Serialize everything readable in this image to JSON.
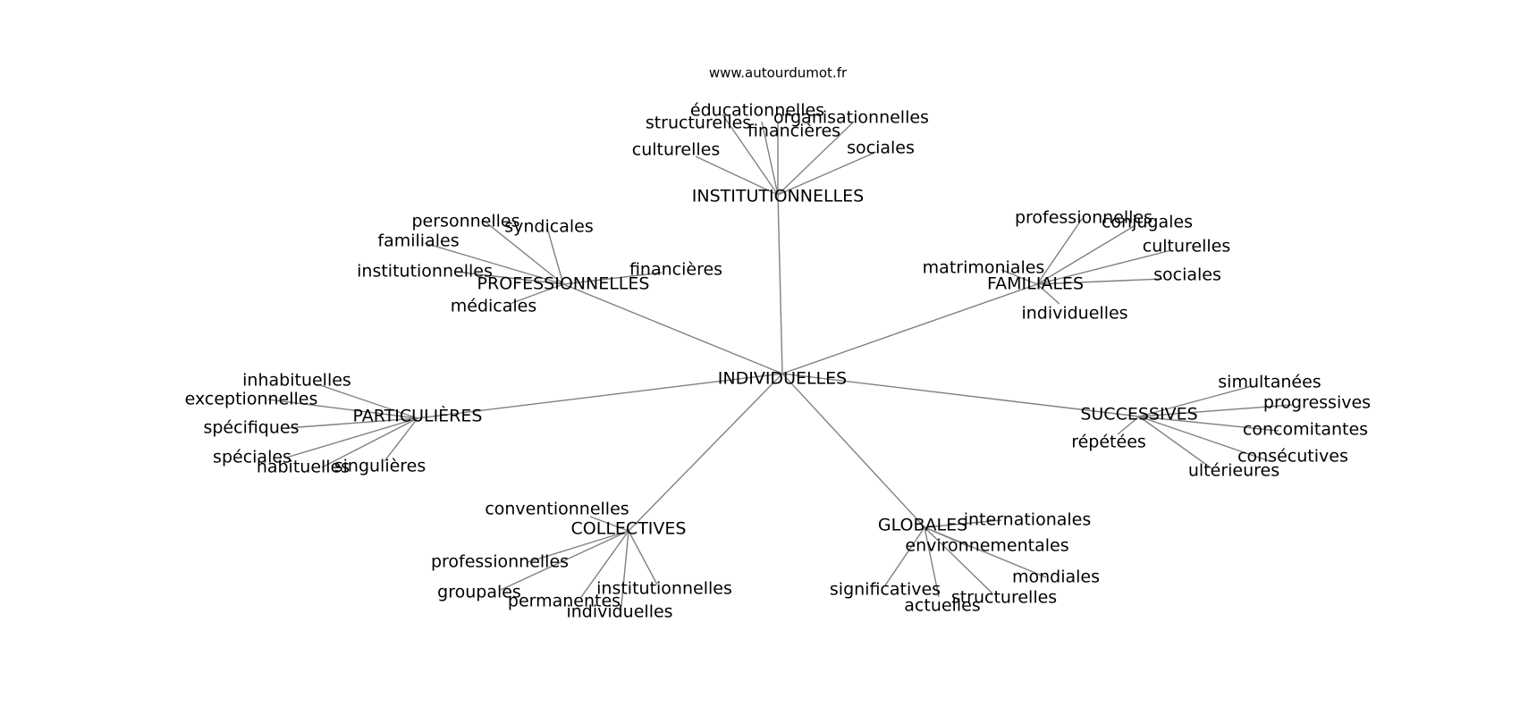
{
  "source": "www.autourdumot.fr",
  "colors": {
    "edge": "#808080",
    "text": "#000000",
    "background": "#ffffff"
  },
  "graph": {
    "center": {
      "id": "center",
      "label": "INDIVIDUELLES"
    },
    "hubs": [
      {
        "id": "institutionnelles-hub",
        "label": "INSTITUTIONNELLES",
        "leaves": [
          "éducationnelles",
          "structurelles",
          "organisationnelles",
          "financières",
          "culturelles",
          "sociales"
        ]
      },
      {
        "id": "professionnelles-hub",
        "label": "PROFESSIONNELLES",
        "leaves": [
          "personnelles",
          "syndicales",
          "familiales",
          "institutionnelles",
          "financières",
          "médicales"
        ]
      },
      {
        "id": "familiales-hub",
        "label": "FAMILIALES",
        "leaves": [
          "professionnelles",
          "conjugales",
          "culturelles",
          "matrimoniales",
          "sociales",
          "individuelles"
        ]
      },
      {
        "id": "particulieres-hub",
        "label": "PARTICULIÈRES",
        "leaves": [
          "inhabituelles",
          "exceptionnelles",
          "spécifiques",
          "spéciales",
          "habituelles",
          "singulières"
        ]
      },
      {
        "id": "successives-hub",
        "label": "SUCCESSIVES",
        "leaves": [
          "simultanées",
          "progressives",
          "concomitantes",
          "répétées",
          "consécutives",
          "ultérieures"
        ]
      },
      {
        "id": "collectives-hub",
        "label": "COLLECTIVES",
        "leaves": [
          "conventionnelles",
          "professionnelles",
          "groupales",
          "permanentes",
          "institutionnelles",
          "individuelles"
        ]
      },
      {
        "id": "globales-hub",
        "label": "GLOBALES",
        "leaves": [
          "internationales",
          "environnementales",
          "mondiales",
          "significatives",
          "structurelles",
          "actuelles"
        ]
      }
    ]
  }
}
